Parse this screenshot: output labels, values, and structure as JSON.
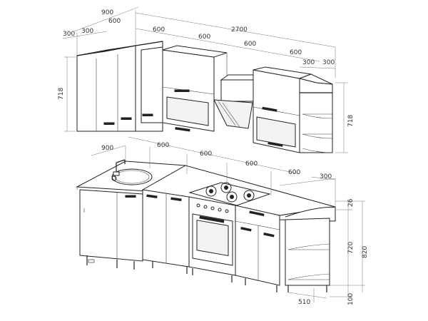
{
  "dimensions": {
    "upper_top_900": "900",
    "upper_top_2700": "2700",
    "upper_left_300": "300",
    "upper_left_300b": "300",
    "upper_600_a": "600",
    "upper_600_b": "600",
    "upper_600_c": "600",
    "upper_600_d": "600",
    "upper_600_e": "600",
    "upper_right_300a": "300",
    "upper_right_300b": "300",
    "upper_height_left": "718",
    "upper_height_right": "718",
    "lower_left_900": "900",
    "lower_600_a": "600",
    "lower_600_b": "600",
    "lower_600_c": "600",
    "lower_600_d": "600",
    "lower_right_300": "300",
    "counter_thickness": "26",
    "cabinet_height": "720",
    "total_height": "820",
    "leg_height": "100",
    "shelf_depth": "510"
  }
}
